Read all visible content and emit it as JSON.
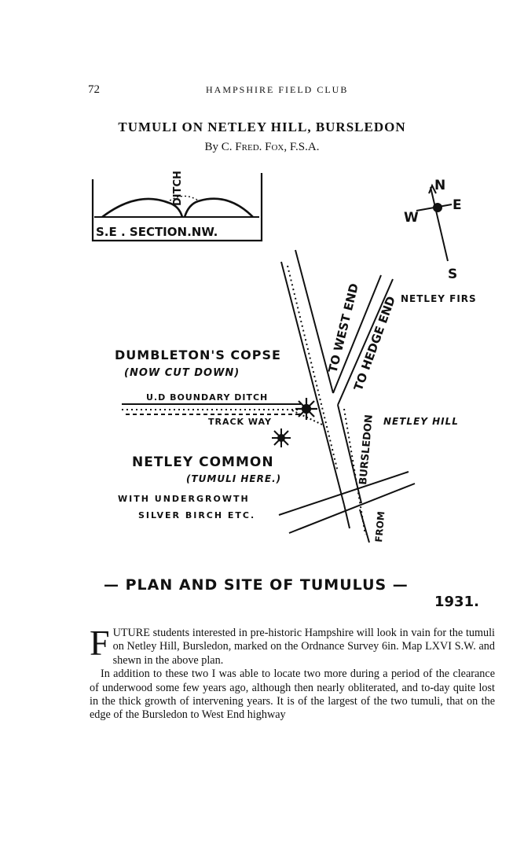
{
  "header": {
    "page_number": "72",
    "running_title": "HAMPSHIRE FIELD CLUB"
  },
  "article": {
    "title": "TUMULI ON NETLEY HILL, BURSLEDON",
    "byline_prefix": "By",
    "byline_author": "C. Fred. Fox, F.S.A."
  },
  "figure": {
    "section": {
      "label": "S.E . SECTION.NW.",
      "ditch_label": "DITCH"
    },
    "compass": {
      "n": "N",
      "e": "E",
      "s": "S",
      "w": "W"
    },
    "roads": {
      "to_west_end": "TO WEST END",
      "to_hedge_end": "TO HEDGE END",
      "bursledon": "BURSLEDON",
      "from": "FROM"
    },
    "labels": {
      "netley_firs": "NETLEY FIRS",
      "dumbletons_copse": "DUMBLETON'S COPSE",
      "now_cut_down": "(NOW CUT DOWN)",
      "boundary_ditch": "U.D BOUNDARY DITCH",
      "track_way": "TRACK WAY",
      "netley_hill": "NETLEY HILL",
      "netley_common": "NETLEY COMMON",
      "tumuli_here": "(TUMULI HERE.)",
      "undergrowth": "WITH UNDERGROWTH",
      "silver_birch": "SILVER BIRCH ETC."
    },
    "caption": "— PLAN AND SITE OF TUMULUS —",
    "caption_year": "1931."
  },
  "body": {
    "para1_dropcap": "F",
    "para1_rest": "UTURE students interested in pre-historic Hampshire will look in vain for the tumuli on Netley Hill, Bursledon, marked on the Ordnance Survey 6in. Map LXVI S.W. and shewn in the above plan.",
    "para2": "In addition to these two I was able to locate two more during a period of the clearance of underwood some few years ago, although then nearly obliterated, and to-day quite lost in the thick growth of intervening years. It is of the largest of the two tumuli, that on the edge of the Bursledon to West End highway"
  }
}
